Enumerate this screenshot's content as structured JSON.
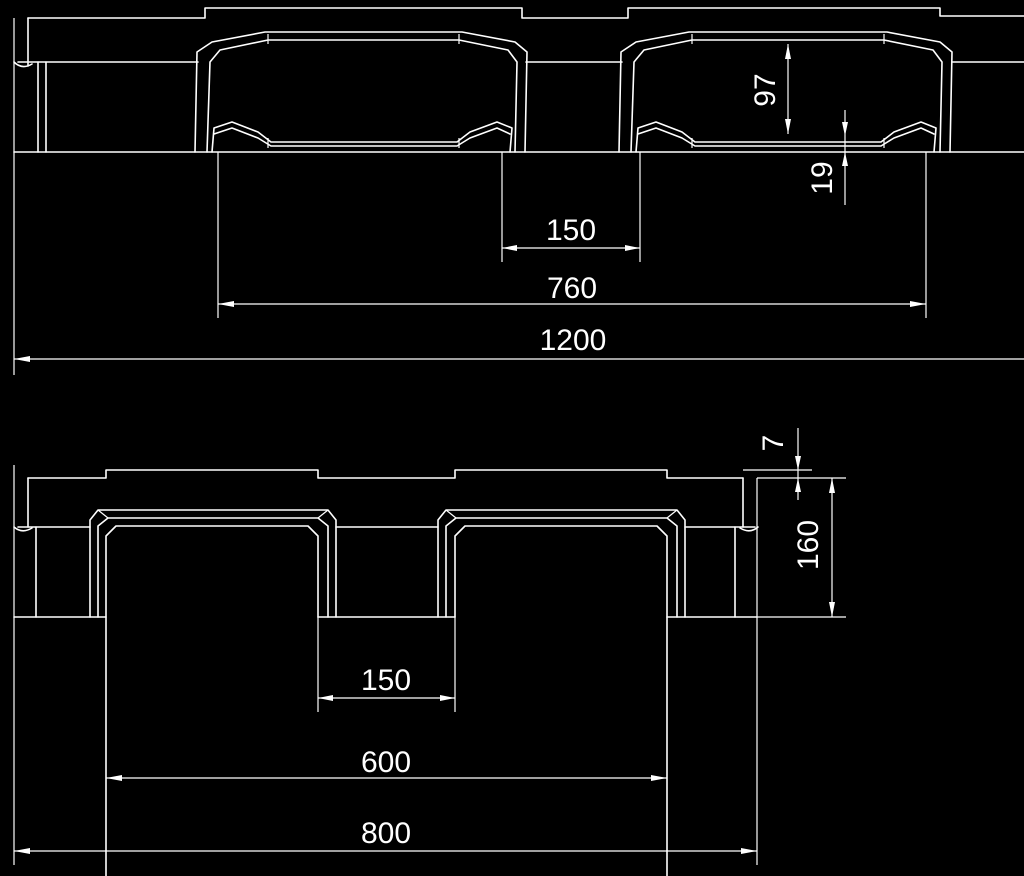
{
  "colors": {
    "background": "#000000",
    "line": "#ffffff"
  },
  "views": {
    "long_side": {
      "dimensions": {
        "gap": "150",
        "block_span": "760",
        "overall_length": "1200",
        "opening_height": "97",
        "bottom_board": "19"
      }
    },
    "short_side": {
      "dimensions": {
        "top_step": "7",
        "height": "160",
        "gap": "150",
        "block_span": "600",
        "overall_width": "800"
      }
    }
  }
}
